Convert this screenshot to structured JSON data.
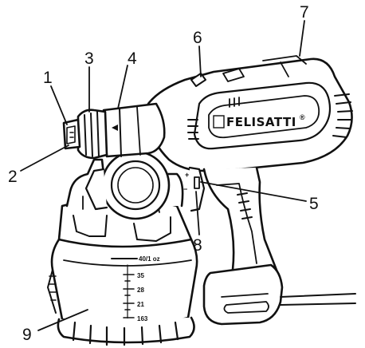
{
  "brand": "FELISATTI",
  "brand_mark": "®",
  "callouts": [
    {
      "id": "1",
      "label": "1"
    },
    {
      "id": "2",
      "label": "2"
    },
    {
      "id": "3",
      "label": "3"
    },
    {
      "id": "4",
      "label": "4"
    },
    {
      "id": "5",
      "label": "5"
    },
    {
      "id": "6",
      "label": "6"
    },
    {
      "id": "7",
      "label": "7"
    },
    {
      "id": "8",
      "label": "8"
    },
    {
      "id": "9",
      "label": "9"
    }
  ],
  "container_scale": {
    "top_mark": "40/1 oz",
    "marks": [
      "35",
      "28",
      "21",
      "163"
    ]
  },
  "trigger_marks": {
    "plus": "+",
    "minus": "−"
  }
}
